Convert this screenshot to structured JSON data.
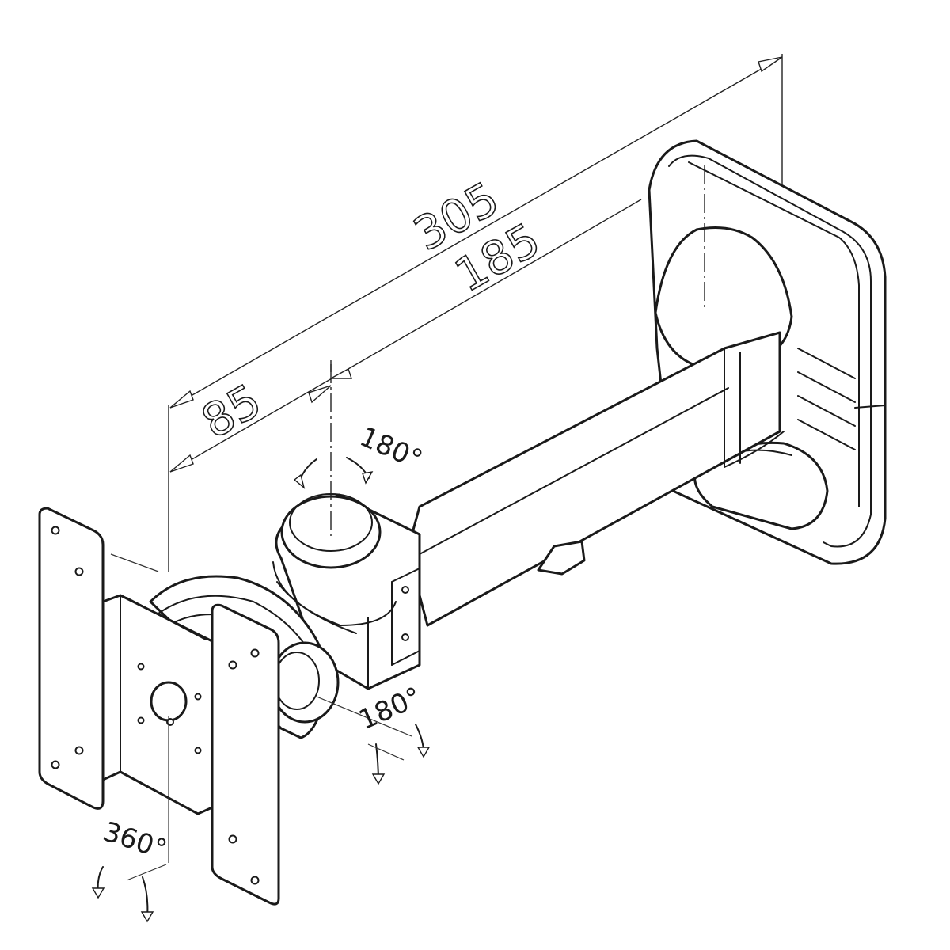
{
  "dimensions": {
    "overall": "305",
    "arm": "185",
    "offset": "85"
  },
  "rotations": {
    "top_pivot": "180°",
    "lower_pivot": "180°",
    "plate": "360°"
  }
}
